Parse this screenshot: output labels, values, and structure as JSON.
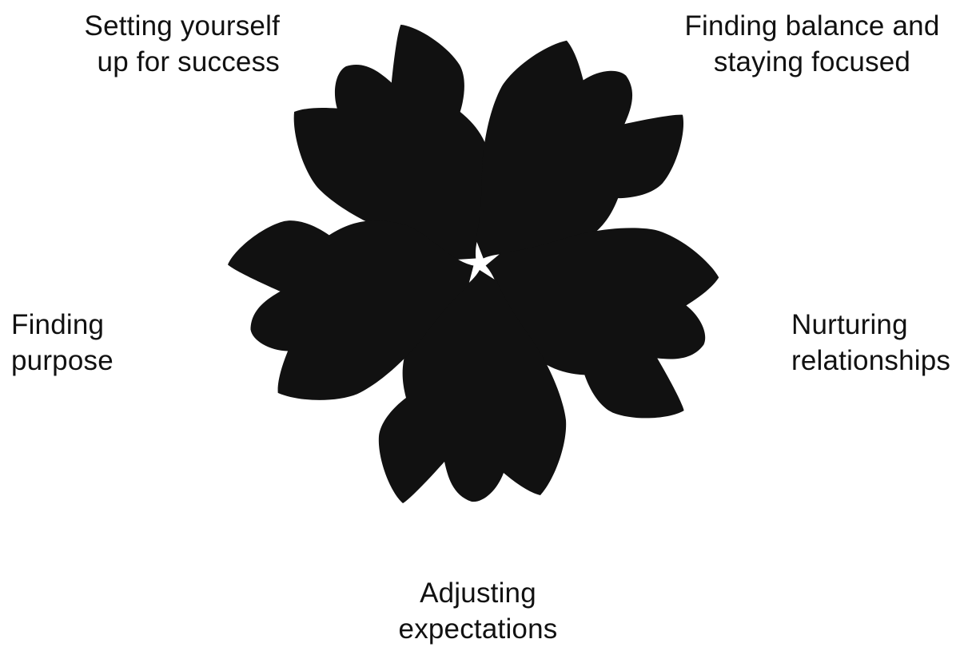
{
  "diagram": {
    "petal_color": "#111111",
    "background_color": "#ffffff",
    "labels": {
      "top_left": {
        "line1": "Setting yourself",
        "line2": "up for success"
      },
      "top_right": {
        "line1": "Finding balance and",
        "line2": "staying focused"
      },
      "left": {
        "line1": "Finding",
        "line2": "purpose"
      },
      "right": {
        "line1": "Nurturing",
        "line2": "relationships"
      },
      "bottom": {
        "line1": "Adjusting",
        "line2": "expectations"
      }
    }
  }
}
